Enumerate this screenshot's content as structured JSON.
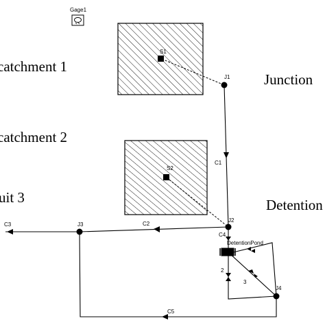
{
  "gage": {
    "label": "Gage1"
  },
  "subcatchments": [
    {
      "id": "S1"
    },
    {
      "id": "S2"
    }
  ],
  "junctions": [
    {
      "id": "J1"
    },
    {
      "id": "J2"
    },
    {
      "id": "J3"
    },
    {
      "id": "J4"
    }
  ],
  "storage": {
    "id": "DetentionPond"
  },
  "links": [
    {
      "id": "C1"
    },
    {
      "id": "C2"
    },
    {
      "id": "C3"
    },
    {
      "id": "C4"
    },
    {
      "id": "C5"
    },
    {
      "id": "2"
    },
    {
      "id": "3"
    }
  ],
  "annotations": [
    {
      "text": "catchment 1"
    },
    {
      "text": "catchment 2"
    },
    {
      "text": "uit 3"
    },
    {
      "text": "Junction"
    },
    {
      "text": "Detention"
    }
  ],
  "colors": {
    "line": "#000000",
    "background": "#ffffff"
  }
}
